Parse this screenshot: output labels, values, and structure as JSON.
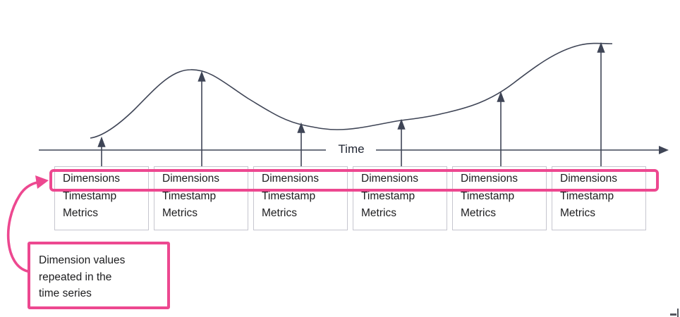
{
  "axis": {
    "label": "Time"
  },
  "records": [
    {
      "dimensions": "Dimensions",
      "timestamp": "Timestamp",
      "metrics": "Metrics"
    },
    {
      "dimensions": "Dimensions",
      "timestamp": "Timestamp",
      "metrics": "Metrics"
    },
    {
      "dimensions": "Dimensions",
      "timestamp": "Timestamp",
      "metrics": "Metrics"
    },
    {
      "dimensions": "Dimensions",
      "timestamp": "Timestamp",
      "metrics": "Metrics"
    },
    {
      "dimensions": "Dimensions",
      "timestamp": "Timestamp",
      "metrics": "Metrics"
    },
    {
      "dimensions": "Dimensions",
      "timestamp": "Timestamp",
      "metrics": "Metrics"
    }
  ],
  "annotation": {
    "line1": "Dimension values",
    "line2": "repeated in the",
    "line3": "time series"
  },
  "colors": {
    "accent_pink": "#ed4890",
    "line_dark": "#3f4556",
    "box_border": "#c6c6cf"
  }
}
